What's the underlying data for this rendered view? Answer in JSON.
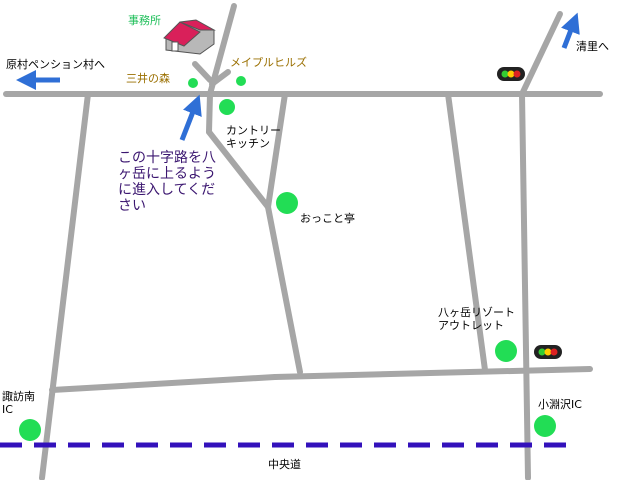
{
  "labels": {
    "office": "事務所",
    "harumura": "原村ペンション村へ",
    "seiri": "清里へ",
    "mitsui": "三井の森",
    "maple": "メイプルヒルズ",
    "country": "カントリー\nキッチン",
    "okkoto": "おっこと亭",
    "yatsugatake_outlet": "八ヶ岳リゾート\nアウトレット",
    "suwa_ic": "諏訪南\nIC",
    "kobuchi_ic": "小淵沢IC",
    "chuodo": "中央道"
  },
  "note": "この十字路を八ヶ岳に上るように進入してください",
  "colors": {
    "road": "#a6a6a6",
    "poi": "#22dd55",
    "arrow": "#2f6fd6",
    "expressway": "#3311bb",
    "note_text": "#3b1670",
    "office_roof": "#d9205a"
  }
}
